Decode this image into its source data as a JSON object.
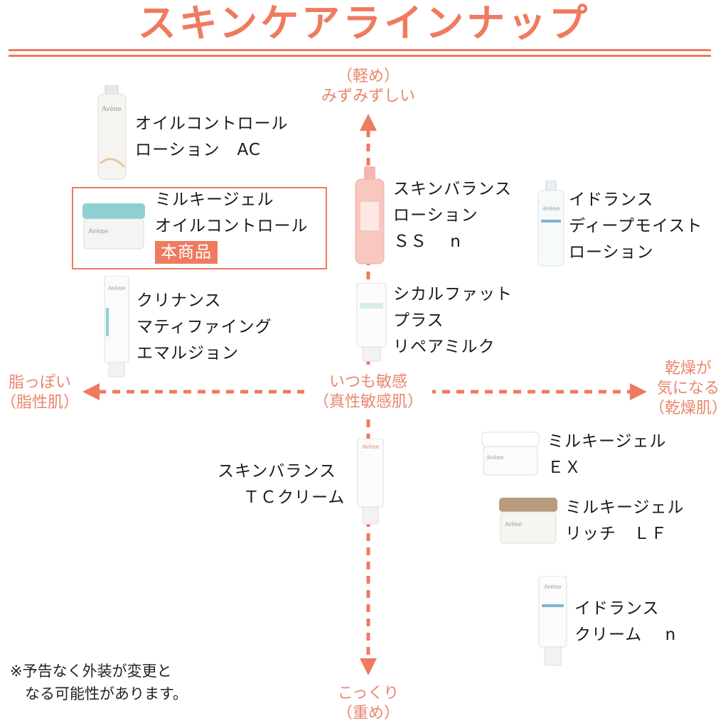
{
  "title": "スキンケアラインナップ",
  "axis": {
    "top": [
      "（軽め）",
      "みずみずしい"
    ],
    "bottom": [
      "こっくり",
      "（重め）"
    ],
    "left": [
      "脂っぽい",
      "（脂性肌）"
    ],
    "right": [
      "乾燥が",
      "気になる",
      "（乾燥肌）"
    ],
    "center": [
      "いつも敏感",
      "（真性敏感肌）"
    ]
  },
  "products": {
    "oil_lotion": [
      "オイルコントロール",
      "ローション　AC"
    ],
    "milky_gel_oil": [
      "ミルキージェル",
      "オイルコントロール"
    ],
    "current_badge": "本商品",
    "cleanance_emulsion": [
      "クリナンス",
      "マティファイング",
      "エマルジョン"
    ],
    "skin_balance_lotion": [
      "スキンバランス",
      "ローション",
      "ＳＳ　 n"
    ],
    "hydrance_lotion": [
      "イドランス",
      "ディープモイスト",
      "ローション"
    ],
    "cicalfate_milk": [
      "シカルファット",
      "プラス",
      "リペアミルク"
    ],
    "skin_balance_cream": [
      "スキンバランス",
      "ＴＣクリーム"
    ],
    "milky_gel_ex": [
      "ミルキージェル",
      "ＥＸ"
    ],
    "milky_gel_rich": [
      "ミルキージェル",
      "リッチ　ＬＦ"
    ],
    "hydrance_cream": [
      "イドランス",
      "クリーム　 n"
    ]
  },
  "brand": "Avène",
  "note": [
    "※予告なく外装が変更と",
    "　なる可能性があります。"
  ],
  "colors": {
    "accent": "#ef7a5f",
    "axis": "#e9866e",
    "text": "#1a1a1a"
  }
}
